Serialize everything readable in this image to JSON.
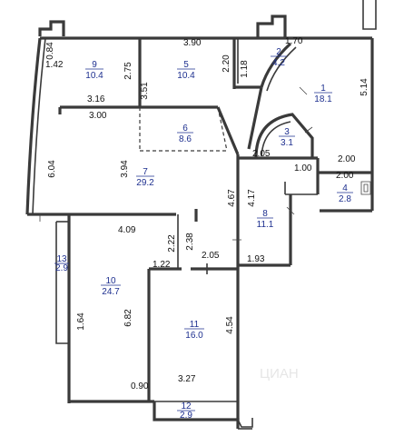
{
  "rooms": [
    {
      "number": "1",
      "area": "18.1"
    },
    {
      "number": "2",
      "area": "4.2"
    },
    {
      "number": "3",
      "area": "3.1"
    },
    {
      "number": "4",
      "area": "2.8"
    },
    {
      "number": "5",
      "area": "10.4"
    },
    {
      "number": "6",
      "area": "8.6"
    },
    {
      "number": "7",
      "area": "29.2"
    },
    {
      "number": "8",
      "area": "11.1"
    },
    {
      "number": "9",
      "area": "10.4"
    },
    {
      "number": "10",
      "area": "24.7"
    },
    {
      "number": "11",
      "area": "16.0"
    },
    {
      "number": "12",
      "area": "2.9"
    },
    {
      "number": "13",
      "area": "2.9"
    }
  ],
  "dimensions": [
    "0.84",
    "1.42",
    "3.90",
    "1.70",
    "2.75",
    "2.20",
    "1.18",
    "5.14",
    "3.51",
    "3.16",
    "3.00",
    "6.04",
    "3.94",
    "2.05",
    "2.00",
    "1.00",
    "2.00",
    "4.17",
    "4.67",
    "4.09",
    "2.22",
    "2.38",
    "2.05",
    "1.22",
    "1.93",
    "6.82",
    "1.64",
    "4.54",
    "0.90",
    "3.27"
  ],
  "watermark": "ЦИАН"
}
